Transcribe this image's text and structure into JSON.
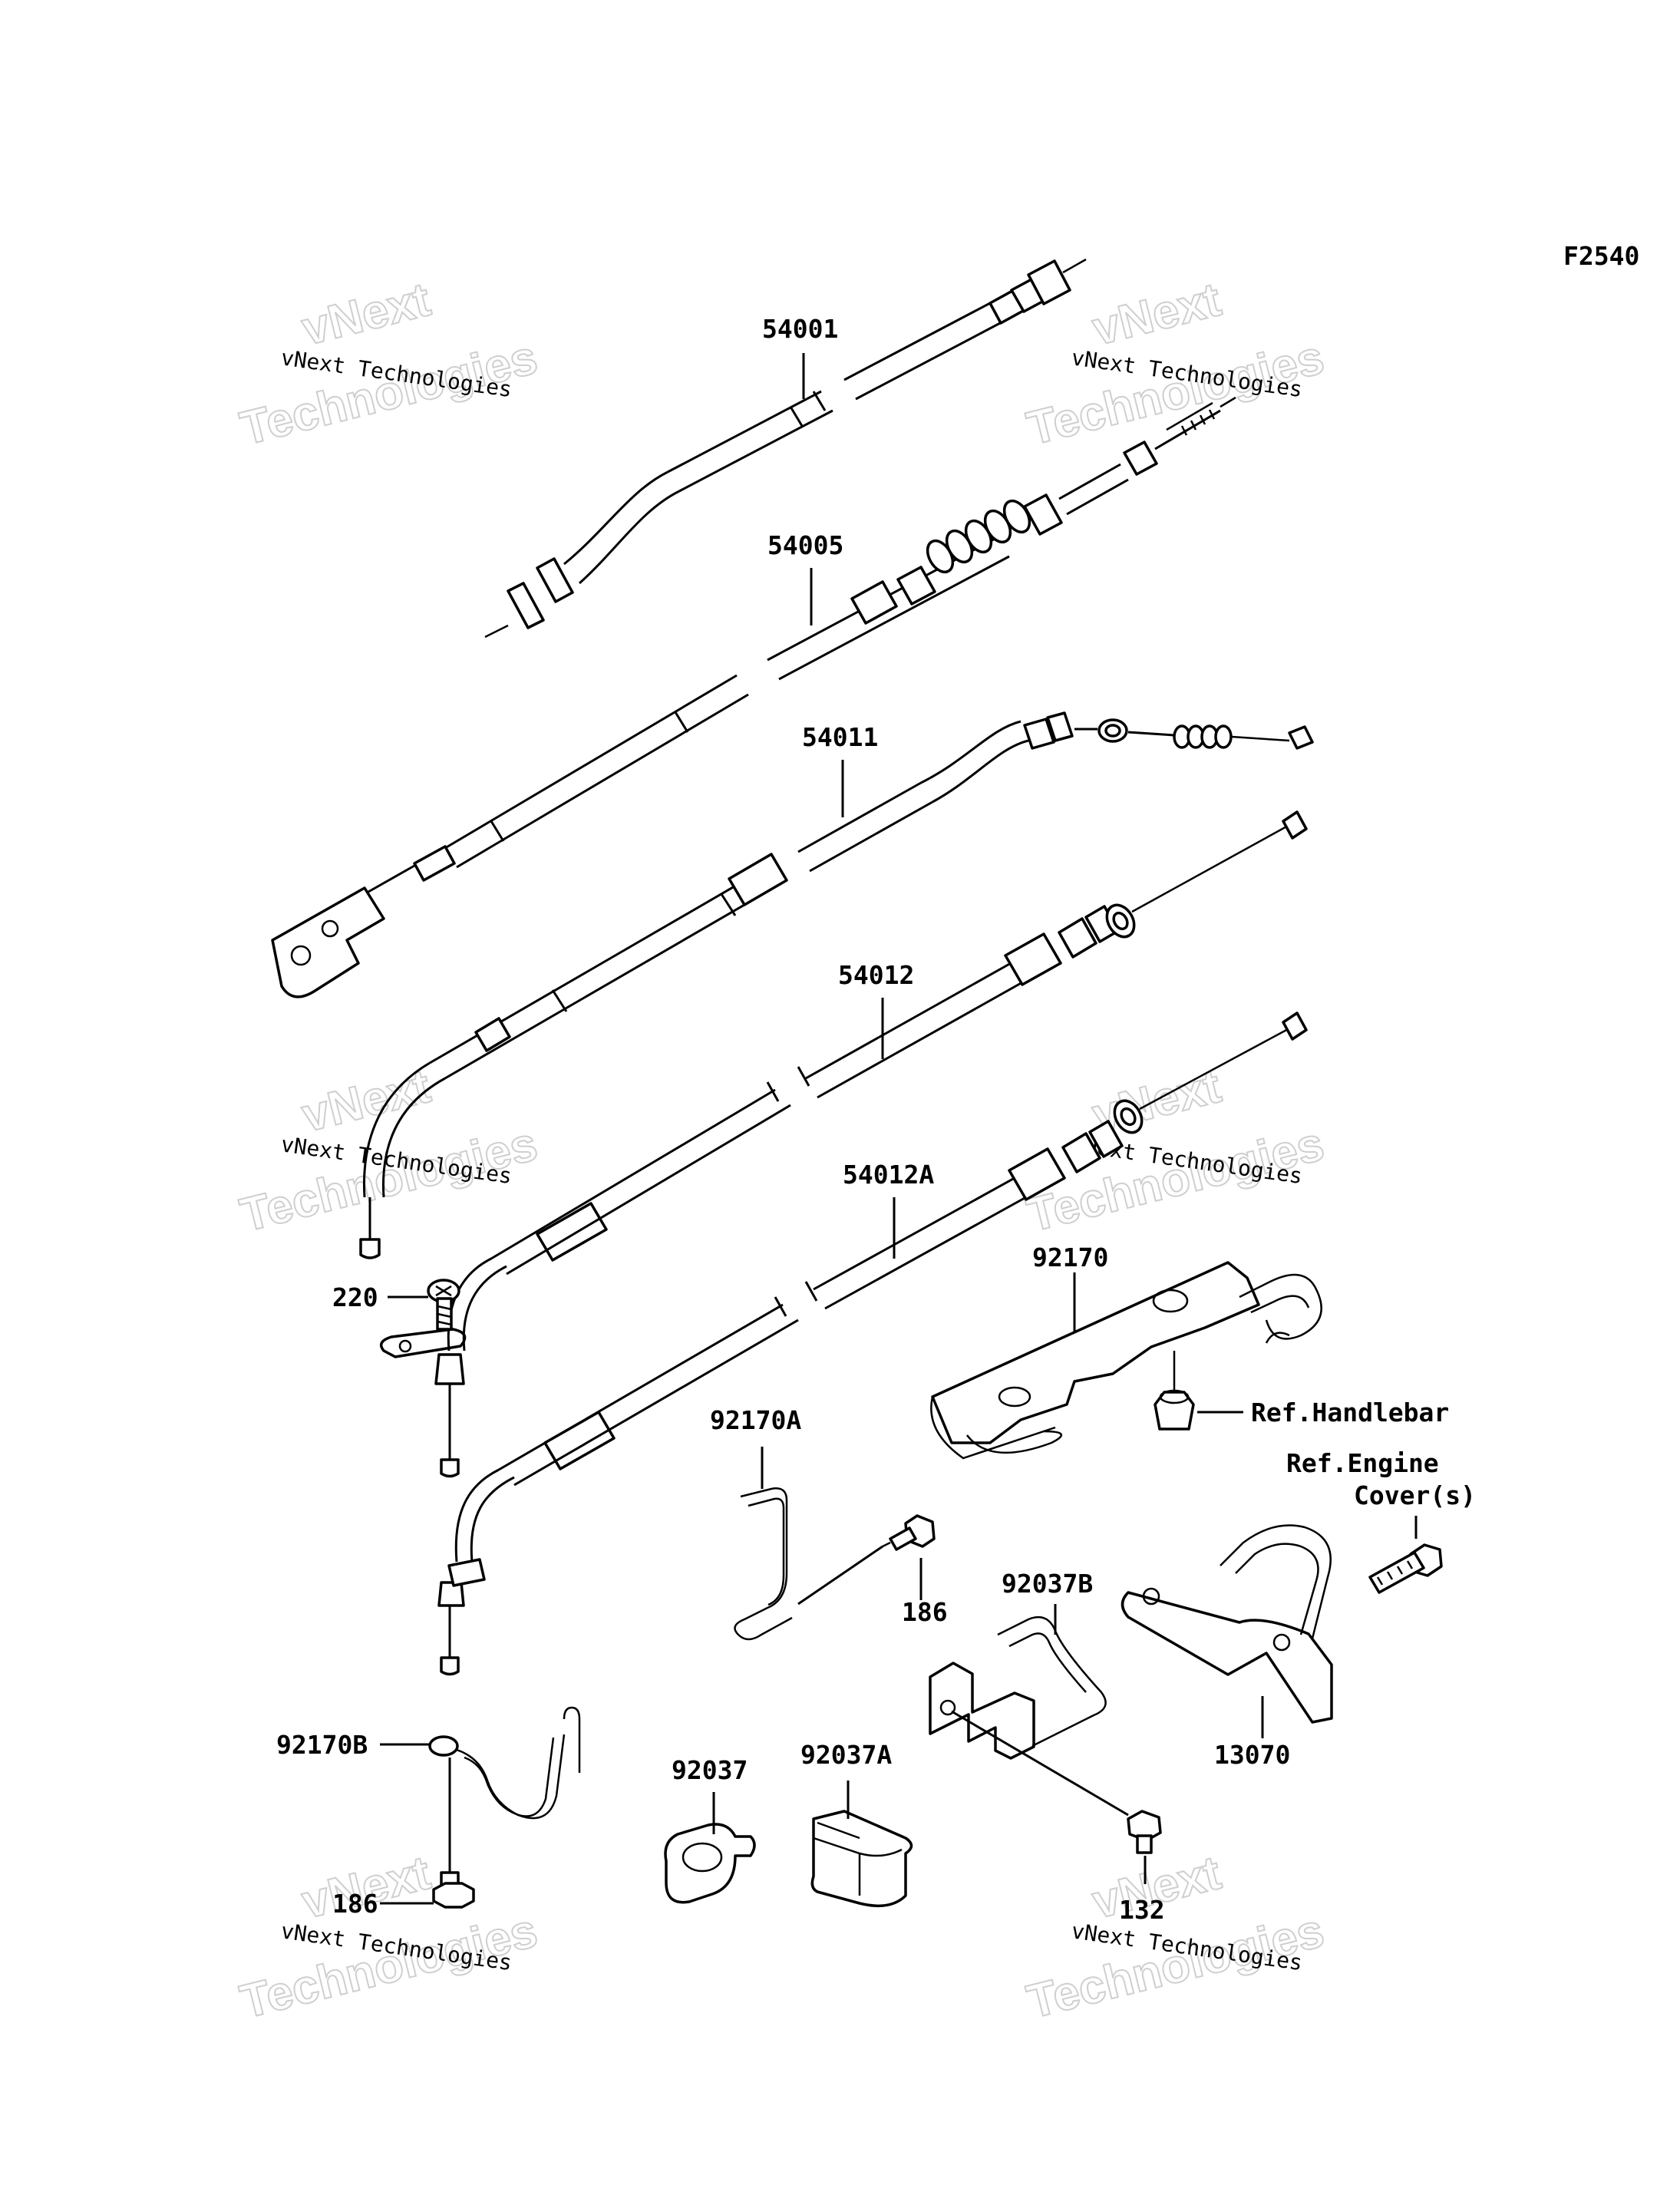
{
  "figure_code": "F2540",
  "watermark": {
    "line1": "vNext Technologies",
    "line2": "vNext",
    "line3": "Technologies"
  },
  "parts": {
    "p54001": "54001",
    "p54005": "54005",
    "p54011": "54011",
    "p54012": "54012",
    "p54012A": "54012A",
    "p92170": "92170",
    "p92170A": "92170A",
    "p92170B": "92170B",
    "p220": "220",
    "p186a": "186",
    "p186b": "186",
    "p92037": "92037",
    "p92037A": "92037A",
    "p92037B": "92037B",
    "p132": "132",
    "p13070": "13070"
  },
  "references": {
    "handlebar": "Ref.Handlebar",
    "engine_cover_line1": "Ref.Engine",
    "engine_cover_line2": "Cover(s)"
  }
}
